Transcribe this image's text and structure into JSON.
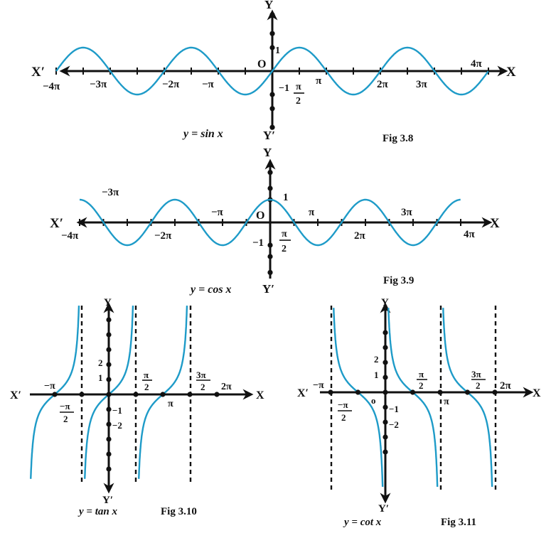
{
  "colors": {
    "curve": "#1e9bc8",
    "axis": "#111111",
    "background": "#ffffff"
  },
  "figures": {
    "sin": {
      "equation": "y = sin x",
      "caption": "Fig 3.8",
      "axis": {
        "x_pos": "X",
        "x_neg": "X′",
        "y_pos": "Y",
        "y_neg": "Y′",
        "origin": "O"
      },
      "tick_labels": {
        "neg_4pi": "−4π",
        "neg_3pi": "−3π",
        "neg_2pi": "−2π",
        "neg_pi": "−π",
        "pi": "π",
        "two_pi": "2π",
        "three_pi": "3π",
        "four_pi": "4π",
        "one": "1",
        "neg_one": "−1",
        "pi_num": "π",
        "pi_den": "2"
      }
    },
    "cos": {
      "equation": "y = cos x",
      "caption": "Fig 3.9",
      "axis": {
        "x_pos": "X",
        "x_neg": "X′",
        "y_pos": "Y",
        "y_neg": "Y′",
        "origin": "O"
      },
      "tick_labels": {
        "neg_4pi": "−4π",
        "neg_3pi": "−3π",
        "neg_2pi": "−2π",
        "neg_pi": "−π",
        "pi": "π",
        "two_pi": "2π",
        "three_pi": "3π",
        "four_pi": "4π",
        "one": "1",
        "neg_one": "−1",
        "pi_num": "π",
        "pi_den": "2"
      }
    },
    "tan": {
      "equation": "y = tan x",
      "caption": "Fig 3.10",
      "axis": {
        "x_pos": "X",
        "x_neg": "X′",
        "y_pos": "Y",
        "y_neg": "Y′"
      },
      "tick_labels": {
        "neg_pi": "−π",
        "neg_half_num": "−π",
        "neg_half_den": "2",
        "half_num": "π",
        "half_den": "2",
        "pi": "π",
        "three_half_num": "3π",
        "three_half_den": "2",
        "two_pi": "2π",
        "one": "1",
        "two": "2",
        "neg_one": "−1",
        "neg_two": "−2"
      }
    },
    "cot": {
      "equation": "y = cot x",
      "caption": "Fig 3.11",
      "axis": {
        "x_pos": "X",
        "x_neg": "X′",
        "y_pos": "Y",
        "y_neg": "Y′",
        "origin": "o"
      },
      "tick_labels": {
        "neg_pi": "−π",
        "neg_half_num": "−π",
        "neg_half_den": "2",
        "half_num": "π",
        "half_den": "2",
        "pi": "π",
        "three_half_num": "3π",
        "three_half_den": "2",
        "two_pi": "2π",
        "one": "1",
        "two": "2",
        "neg_one": "−1",
        "neg_two": "−2"
      }
    }
  }
}
